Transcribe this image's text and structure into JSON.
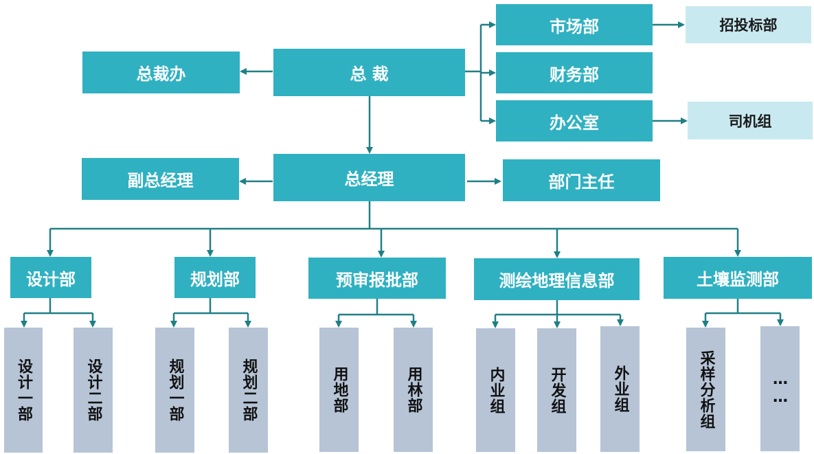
{
  "top": {
    "ceo": "总 裁",
    "ceo_office": "总裁办",
    "market": "市场部",
    "finance": "财务部",
    "office": "办公室",
    "bidding": "招投标部",
    "drivers": "司机组"
  },
  "middle": {
    "gm": "总经理",
    "deputy_gm": "副总经理",
    "dept_head": "部门主任"
  },
  "departments": [
    {
      "name": "设计部",
      "subs": [
        "设计一部",
        "设计二部"
      ]
    },
    {
      "name": "规划部",
      "subs": [
        "规划一部",
        "规划二部"
      ]
    },
    {
      "name": "预审报批部",
      "subs": [
        "用地部",
        "用林部"
      ]
    },
    {
      "name": "测绘地理信息部",
      "subs": [
        "内业组",
        "开发组",
        "外业组"
      ]
    },
    {
      "name": "土壤监测部",
      "subs": [
        "采样分析组",
        "……"
      ]
    }
  ],
  "colors": {
    "teal": "#2fb1c2",
    "light": "#c9e9f0",
    "grey": "#b6c4d6",
    "line": "#1f7f86"
  }
}
